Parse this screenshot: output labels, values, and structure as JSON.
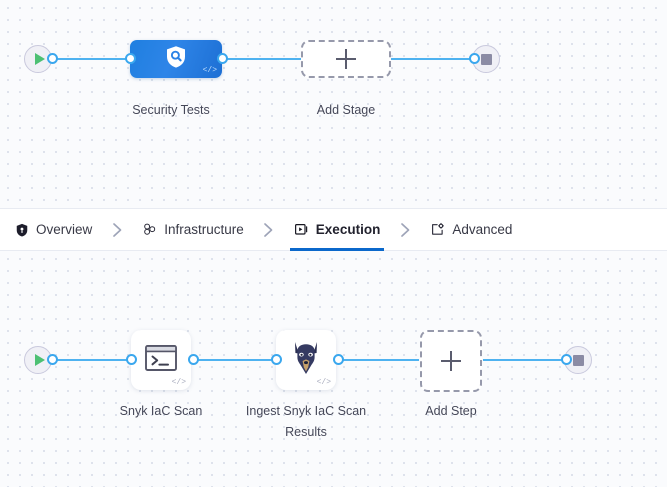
{
  "tabs": [
    {
      "label": "Overview",
      "icon": "shield-icon",
      "active": false
    },
    {
      "label": "Infrastructure",
      "icon": "nodes-icon",
      "active": false
    },
    {
      "label": "Execution",
      "icon": "play-box-icon",
      "active": true
    },
    {
      "label": "Advanced",
      "icon": "settings-box-icon",
      "active": false
    }
  ],
  "separator_icon": "chevron-right-icon",
  "stage_pipeline": {
    "start_icon": "play-icon",
    "end_icon": "stop-icon",
    "nodes": [
      {
        "label": "Security Tests",
        "icon": "shield-search-icon",
        "badge": "</>"
      },
      {
        "label": "Add Stage",
        "icon": "plus-icon"
      }
    ]
  },
  "step_pipeline": {
    "start_icon": "play-icon",
    "end_icon": "stop-icon",
    "nodes": [
      {
        "label": "Snyk IaC Scan",
        "icon": "terminal-icon",
        "badge": "</>"
      },
      {
        "label": "Ingest Snyk IaC Scan Results",
        "icon": "snyk-doberman-icon",
        "badge": "</>"
      },
      {
        "label": "Add Step",
        "icon": "plus-icon"
      }
    ]
  },
  "colors": {
    "accent": "#0b68cb",
    "edge": "#4eb2f0",
    "stage_node": "#2e85e8",
    "start": "#4dc073",
    "stop": "#8b8ba4",
    "canvas_bg": "#fafbfd"
  }
}
